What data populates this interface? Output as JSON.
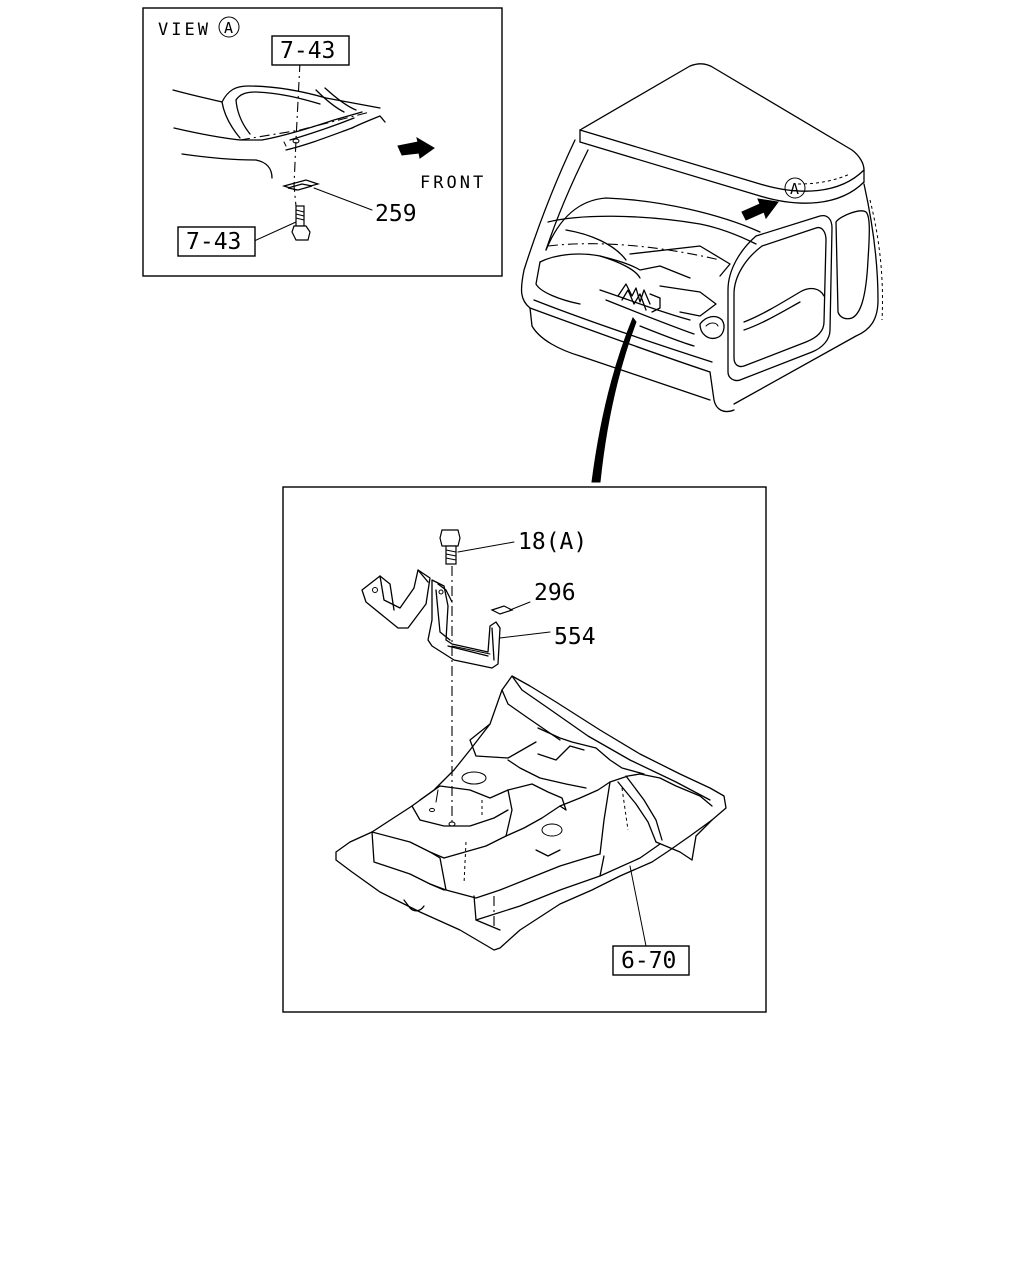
{
  "view_label": {
    "text": "VIEW",
    "marker": "A"
  },
  "front_label": "FRONT",
  "cab_marker": "A",
  "callouts": {
    "ref_7_43_top": "7-43",
    "ref_7_43_bottom": "7-43",
    "part_259": "259",
    "part_18": "18(A)",
    "part_296": "296",
    "part_554": "554",
    "ref_6_70": "6-70"
  },
  "colors": {
    "ink": "#000000",
    "paper": "#ffffff"
  }
}
